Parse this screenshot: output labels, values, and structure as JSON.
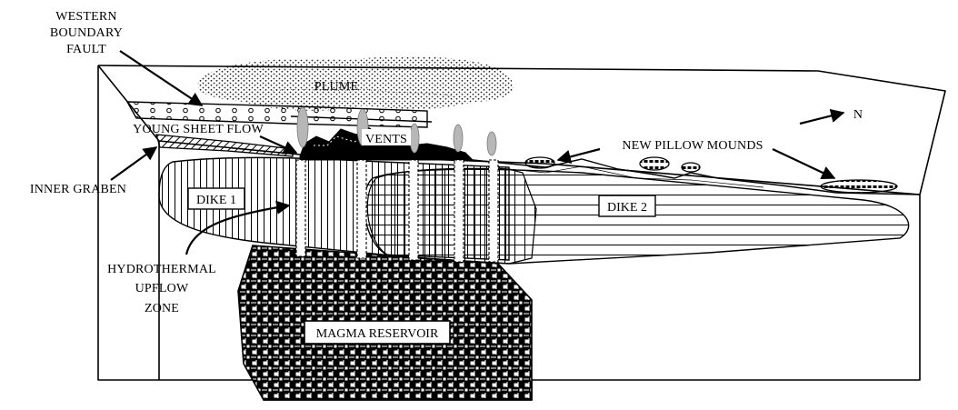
{
  "labels": {
    "western_boundary_fault": [
      "WESTERN",
      "BOUNDARY",
      "FAULT"
    ],
    "plume": "PLUME",
    "young_sheet_flow": "YOUNG SHEET FLOW",
    "vents": "VENTS",
    "new_pillow_mounds": "NEW PILLOW MOUNDS",
    "north": "N",
    "inner_graben": "INNER GRABEN",
    "dike1": "DIKE 1",
    "dike2": "DIKE 2",
    "hydrothermal_upflow_zone": [
      "HYDROTHERMAL",
      "UPFLOW",
      "ZONE"
    ],
    "magma_reservoir": "MAGMA RESERVOIR"
  },
  "colors": {
    "ink": "#000000",
    "paper": "#ffffff",
    "vent_gray": "#9a9a9a"
  }
}
